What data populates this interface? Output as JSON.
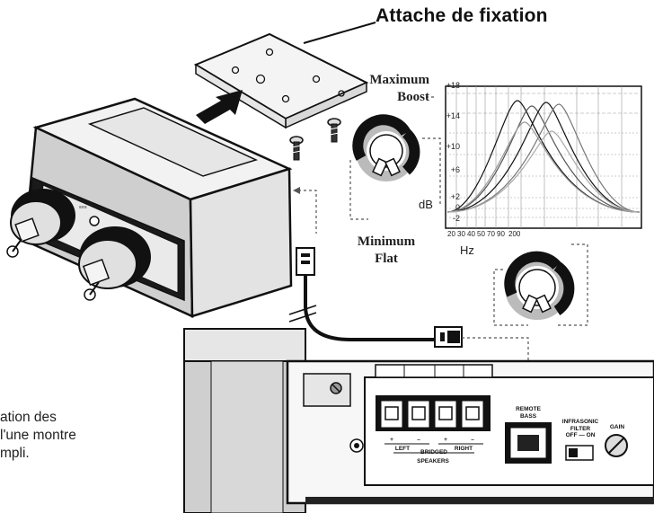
{
  "title": "Attache de fixation",
  "knob_top": {
    "max_label_1": "Maximum",
    "max_label_2": "Boost",
    "min_label_1": "Minimum",
    "min_label_2": "Flat",
    "unit": "dB"
  },
  "graph": {
    "y_ticks": [
      "+18",
      "+14",
      "+10",
      "+6",
      "+2",
      "0",
      "-2"
    ],
    "x_ticks": [
      "20",
      "30",
      "40",
      "50",
      "70",
      "90",
      "200"
    ],
    "x_unit": "Hz"
  },
  "amp_panel": {
    "left": "LEFT",
    "right": "RIGHT",
    "bridged": "BRIDGED",
    "speakers": "SPEAKERS",
    "plus": "+",
    "minus": "–",
    "remote_bass_1": "REMOTE",
    "remote_bass_2": "BASS",
    "infrasonic_1": "INFRASONIC",
    "infrasonic_2": "FILTER",
    "off_on": "OFF — ON",
    "gain": "GAIN"
  },
  "caption": {
    "line1": "ation des",
    "line2": "l'une montre",
    "line3": "mpli."
  },
  "colors": {
    "ink": "#111111",
    "gray": "#888888",
    "paper": "#ffffff"
  }
}
